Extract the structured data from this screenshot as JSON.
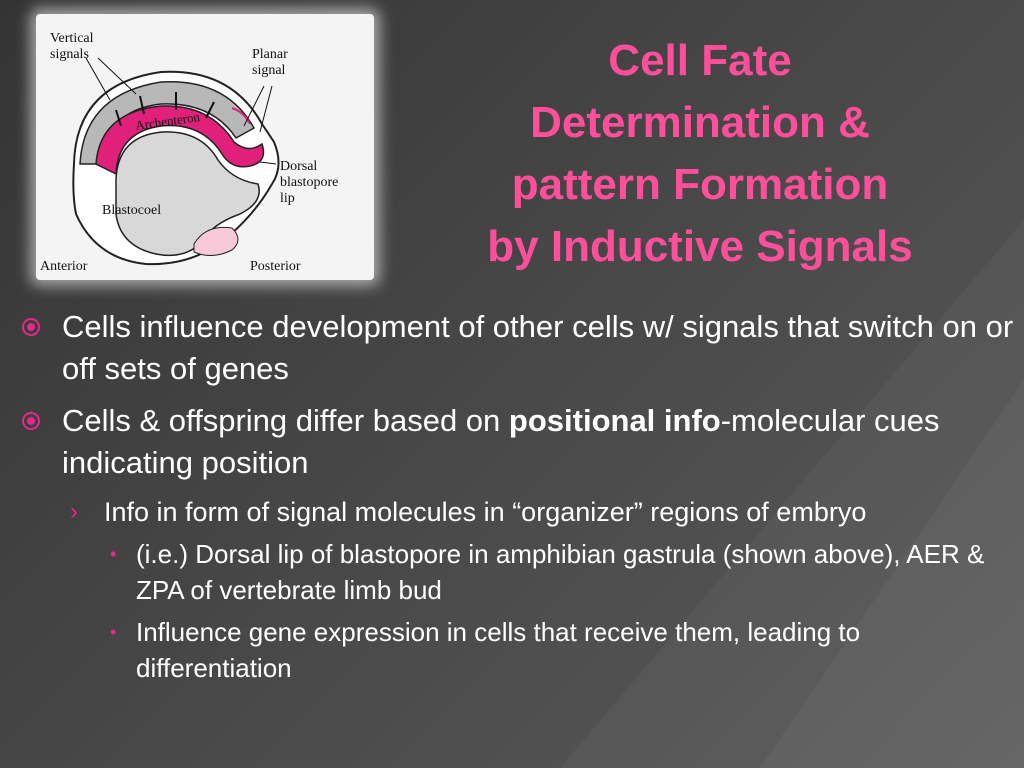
{
  "slide": {
    "title_lines": [
      "Cell Fate",
      "Determination &",
      "pattern Formation",
      "by Inductive Signals"
    ],
    "figure": {
      "labels": {
        "vertical_signals_1": "Vertical",
        "vertical_signals_2": "signals",
        "planar_signal_1": "Planar",
        "planar_signal_2": "signal",
        "archenteron": "Archenteron",
        "blastocoel": "Blastocoel",
        "dorsal_1": "Dorsal",
        "dorsal_2": "blastopore",
        "dorsal_3": "lip",
        "anterior": "Anterior",
        "posterior": "Posterior"
      }
    },
    "bullets": {
      "b1": "Cells influence development of other cells w/ signals that switch on or off sets of genes",
      "b2_pre": "Cells & offspring differ based on ",
      "b2_bold": "positional info",
      "b2_post": "-molecular cues indicating position",
      "sub1": "Info in form of signal molecules in “organizer” regions of embryo",
      "subsub1": "(i.e.) Dorsal lip of blastopore in amphibian gastrula (shown above), AER & ZPA of vertebrate limb bud",
      "subsub2": "Influence gene expression in cells that receive them, leading to differentiation"
    },
    "marks": {
      "level2": "›",
      "level3": "•"
    },
    "colors": {
      "title": "#ff4f9a",
      "accent": "#e5288a",
      "text": "#ffffff",
      "background": "#444444"
    }
  }
}
